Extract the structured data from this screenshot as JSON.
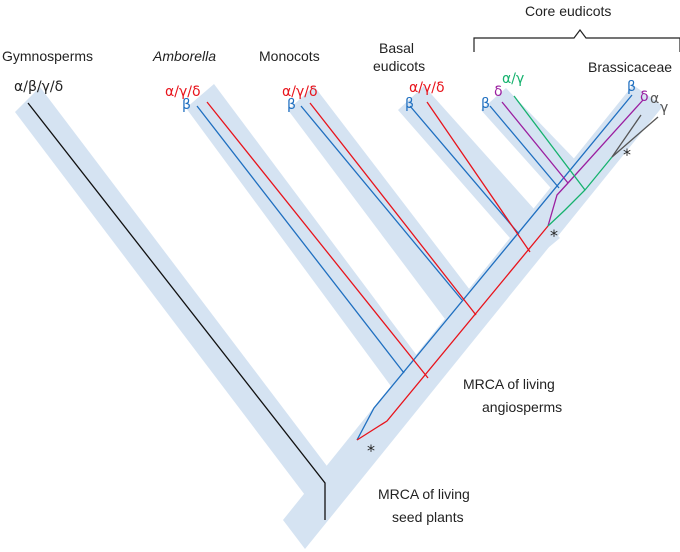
{
  "taxa": {
    "gymnosperms": "Gymnosperms",
    "amborella": "Amborella",
    "monocots": "Monocots",
    "basal_line1": "Basal",
    "basal_line2": "eudicots",
    "core_eudicots": "Core eudicots",
    "brassicaceae": "Brassicaceae"
  },
  "gene_labels": {
    "gymno_all": "α/β/γ/δ",
    "amborella_avd": "α/γ/δ",
    "amborella_b": "β",
    "monocot_avd": "α/γ/δ",
    "monocot_b": "β",
    "basal_avd": "α/γ/δ",
    "basal_b": "β",
    "core_b": "β",
    "core_d": "δ",
    "core_ag": "α/γ",
    "brass_b": "β",
    "brass_d": "δ",
    "brass_a": "α",
    "brass_g": "γ"
  },
  "nodes": {
    "mrca_seed_line1": "MRCA of living",
    "mrca_seed_line2": "seed plants",
    "mrca_angio_line1": "MRCA of living",
    "mrca_angio_line2": "angiosperms"
  },
  "markers": {
    "dup_root": "*",
    "dup_core": "*",
    "dup_brass": "*"
  },
  "colors": {
    "blue": "#1f6fc0",
    "red": "#e8141c",
    "purple": "#9b1fa0",
    "green": "#16b26e",
    "gray": "#555555",
    "black": "#111111",
    "band": "#d5e3f2"
  }
}
